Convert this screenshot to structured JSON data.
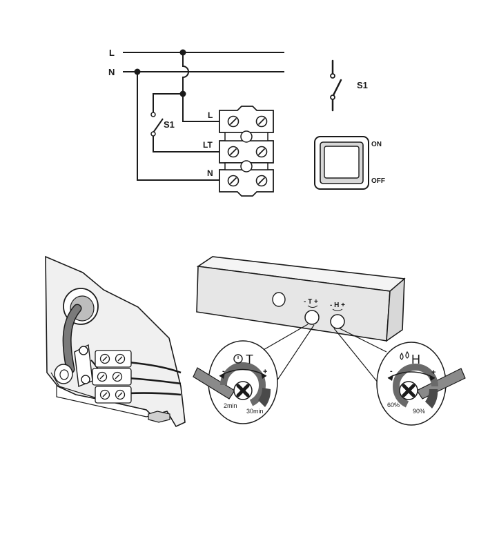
{
  "wiring": {
    "line_l": "L",
    "line_n": "N",
    "switch_label": "S1",
    "terminal_l": "L",
    "terminal_lt": "LT",
    "terminal_n": "N"
  },
  "switch_symbol": {
    "label": "S1"
  },
  "rocker": {
    "on_label": "ON",
    "off_label": "OFF"
  },
  "housing": {
    "t_label": "- T +",
    "h_label": "- H +"
  },
  "timer_dial": {
    "letter": "T",
    "min_label": "2min",
    "max_label": "30min",
    "minus": "-",
    "plus": "+"
  },
  "humidity_dial": {
    "letter": "H",
    "min_label": "60%",
    "max_label": "90%",
    "minus": "-",
    "plus": "+"
  },
  "colors": {
    "ink": "#1a1a1a",
    "housing": "#e4e4e4",
    "cable": "#7a7a7a",
    "dial_dark": "#5a5a5a"
  }
}
